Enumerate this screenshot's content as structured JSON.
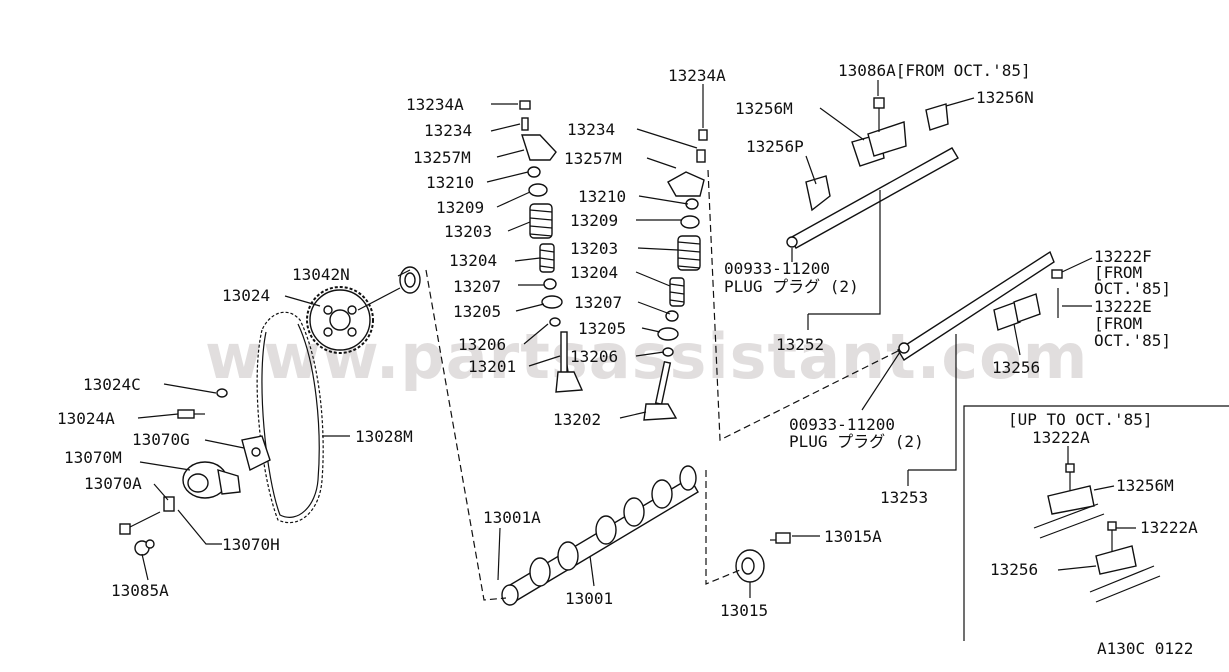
{
  "watermark": "www.partsassistant.com",
  "figure_code": "A130C 0122",
  "labels": {
    "l13234A_left": "13234A",
    "l13234_left": "13234",
    "l13257M_left": "13257M",
    "l13210_left": "13210",
    "l13209_left": "13209",
    "l13203_left": "13203",
    "l13204_left": "13204",
    "l13207_left": "13207",
    "l13205_left": "13205",
    "l13206_left": "13206",
    "l13201": "13201",
    "l13234A_right": "13234A",
    "l13234_right": "13234",
    "l13257M_right": "13257M",
    "l13210_right": "13210",
    "l13209_right": "13209",
    "l13203_right": "13203",
    "l13204_right": "13204",
    "l13207_right": "13207",
    "l13205_right": "13205",
    "l13206_right": "13206",
    "l13202": "13202",
    "l13086A": "13086A[FROM OCT.'85]",
    "l13256M_top": "13256M",
    "l13256N": "13256N",
    "l13256P": "13256P",
    "plug1_num": "00933-11200",
    "plug1_txt": "PLUG  プラグ (2)",
    "l13252": "13252",
    "l13222F_1": "13222F",
    "l13222F_2": "[FROM",
    "l13222F_3": "OCT.'85]",
    "l13222E_1": "13222E",
    "l13222E_2": "[FROM",
    "l13222E_3": "OCT.'85]",
    "l13256_mid": "13256",
    "plug2_num": "00933-11200",
    "plug2_txt": "PLUG  プラグ  (2)",
    "l13253": "13253",
    "l13042N": "13042N",
    "l13024": "13024",
    "l13024C": "13024C",
    "l13024A": "13024A",
    "l13070G": "13070G",
    "l13070M": "13070M",
    "l13070A": "13070A",
    "l13028M": "13028M",
    "l13070H": "13070H",
    "l13085A": "13085A",
    "l13001A": "13001A",
    "l13001": "13001",
    "l13015A": "13015A",
    "l13015": "13015",
    "inset_title": "[UP TO OCT.'85]",
    "inset_13222A_top": "13222A",
    "inset_13256M": "13256M",
    "inset_13222A_mid": "13222A",
    "inset_13256": "13256"
  }
}
